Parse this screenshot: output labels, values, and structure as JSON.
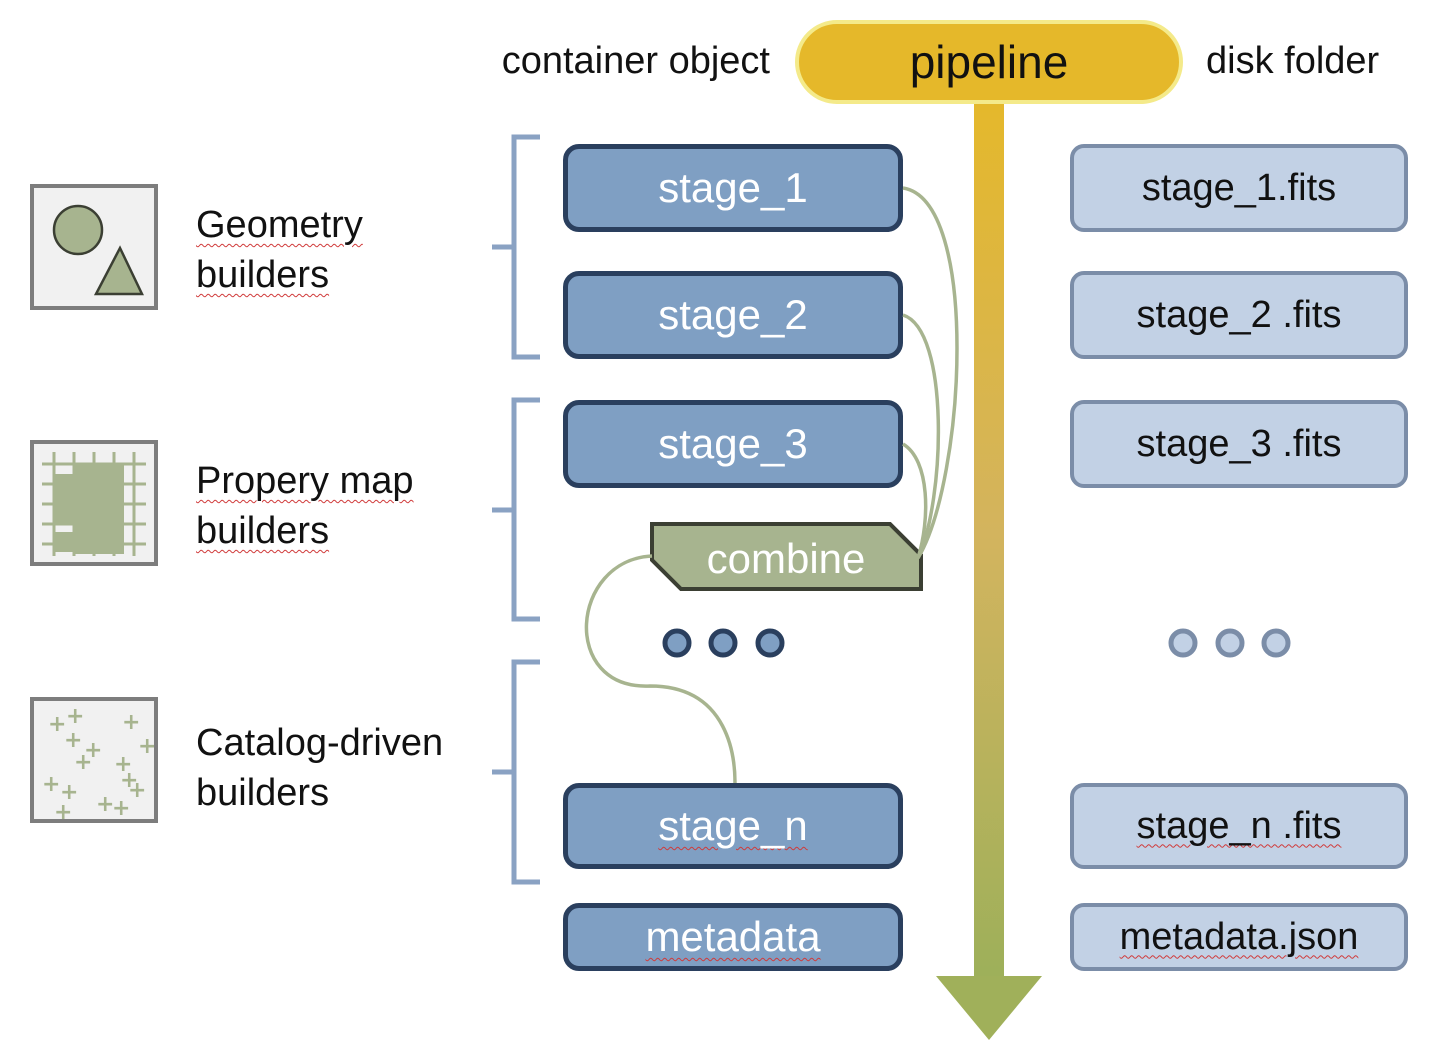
{
  "header": {
    "left_label": "container object",
    "center_label": "pipeline",
    "right_label": "disk folder"
  },
  "groups": [
    {
      "line1": "Geometry",
      "line2": "builders",
      "icon": "shapes-icon"
    },
    {
      "line1": "Propery map",
      "line2": "builders",
      "icon": "grid-map-icon"
    },
    {
      "line1": "Catalog-driven",
      "line2": "builders",
      "icon": "scatter-plus-icon"
    }
  ],
  "stages": [
    "stage_1",
    "stage_2",
    "stage_3",
    "stage_n",
    "metadata"
  ],
  "combine": "combine",
  "files": [
    "stage_1.fits",
    "stage_2 .fits",
    "stage_3 .fits",
    "stage_n .fits",
    "metadata.json"
  ],
  "colors": {
    "stage_fill": "#7f9fc3",
    "stage_border": "#2a3f5e",
    "file_fill": "#c2d1e5",
    "file_border": "#7b8da8",
    "pipeline_top": "#e5b82a",
    "pipeline_bottom": "#9db05a",
    "combine_fill": "#a7b48f",
    "connector": "#a7b48f",
    "bracket": "#8aa2c3"
  }
}
